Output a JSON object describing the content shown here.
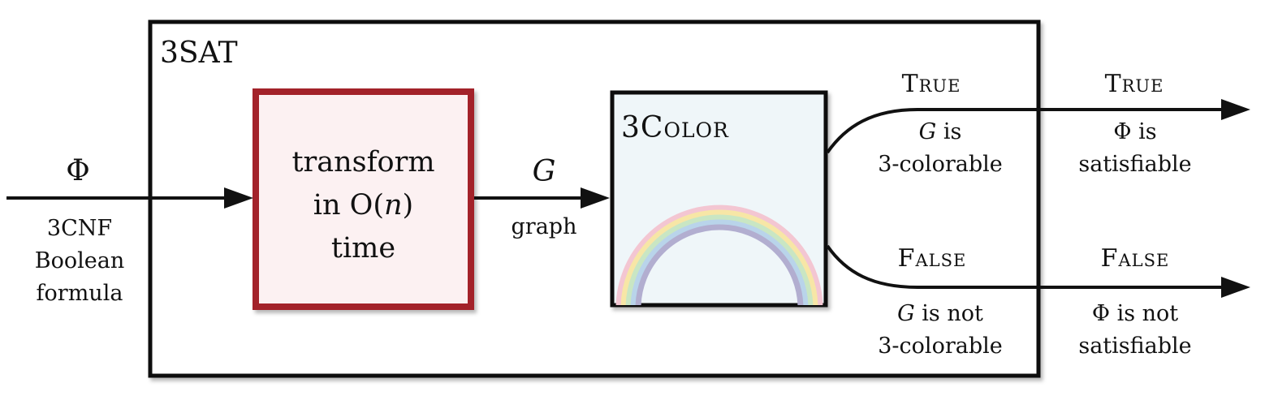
{
  "outer_box": {
    "title": "3SAT"
  },
  "input": {
    "symbol": "Φ",
    "desc_line1": "3CNF",
    "desc_line2": "Boolean",
    "desc_line3": "formula"
  },
  "transform_box": {
    "line1": "transform",
    "line2_prefix": "in O(",
    "line2_var": "n",
    "line2_suffix": ")",
    "line3": "time"
  },
  "intermediate": {
    "symbol": "G",
    "desc": "graph"
  },
  "color_box": {
    "title": "3Color"
  },
  "branch_true": {
    "label": "True",
    "desc_var": "G",
    "desc_line1_suffix": " is",
    "desc_line2": "3-colorable"
  },
  "branch_false": {
    "label": "False",
    "desc_var": "G",
    "desc_line1_suffix": " is not",
    "desc_line2": "3-colorable"
  },
  "output_true": {
    "label": "True",
    "desc_var": "Φ",
    "desc_line1_suffix": " is",
    "desc_line2": "satisfiable"
  },
  "output_false": {
    "label": "False",
    "desc_var": "Φ",
    "desc_line1_suffix": " is not",
    "desc_line2": "satisfiable"
  },
  "colors": {
    "stroke": "#111111",
    "transform_border": "#a3232a",
    "transform_fill": "#fcf1f2",
    "color_box_fill": "#eff6f9",
    "rainbow": [
      "#f3c6d2",
      "#f7e6a6",
      "#c9e6c3",
      "#b9d4ea",
      "#b2aed0"
    ]
  }
}
